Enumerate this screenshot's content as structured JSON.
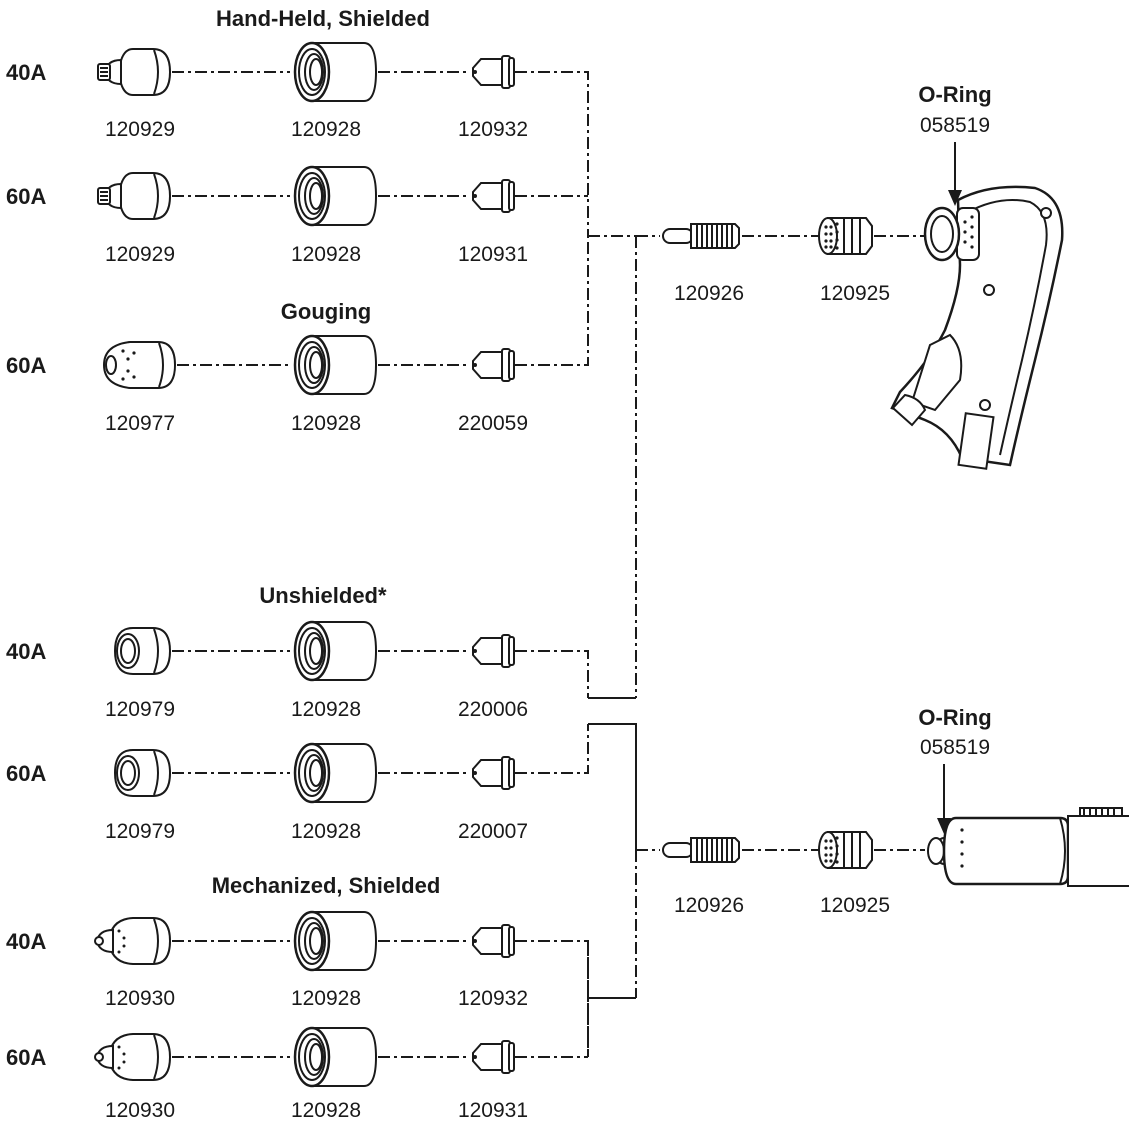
{
  "sections": {
    "hand_held_shielded": "Hand-Held, Shielded",
    "gouging": "Gouging",
    "unshielded": "Unshielded*",
    "mechanized_shielded": "Mechanized, Shielded"
  },
  "rows": [
    {
      "amps": "40A",
      "shield": "120929",
      "retaining_cap": "120928",
      "nozzle": "120932"
    },
    {
      "amps": "60A",
      "shield": "120929",
      "retaining_cap": "120928",
      "nozzle": "120931"
    },
    {
      "amps": "60A",
      "shield": "120977",
      "retaining_cap": "120928",
      "nozzle": "220059"
    },
    {
      "amps": "40A",
      "shield": "120979",
      "retaining_cap": "120928",
      "nozzle": "220006"
    },
    {
      "amps": "60A",
      "shield": "120979",
      "retaining_cap": "120928",
      "nozzle": "220007"
    },
    {
      "amps": "40A",
      "shield": "120930",
      "retaining_cap": "120928",
      "nozzle": "120932"
    },
    {
      "amps": "60A",
      "shield": "120930",
      "retaining_cap": "120928",
      "nozzle": "120931"
    }
  ],
  "hand_torch": {
    "electrode": "120926",
    "swirl_ring": "120925",
    "oring_title": "O-Ring",
    "oring_part": "058519"
  },
  "machine_torch": {
    "electrode": "120926",
    "swirl_ring": "120925",
    "oring_title": "O-Ring",
    "oring_part": "058519"
  }
}
